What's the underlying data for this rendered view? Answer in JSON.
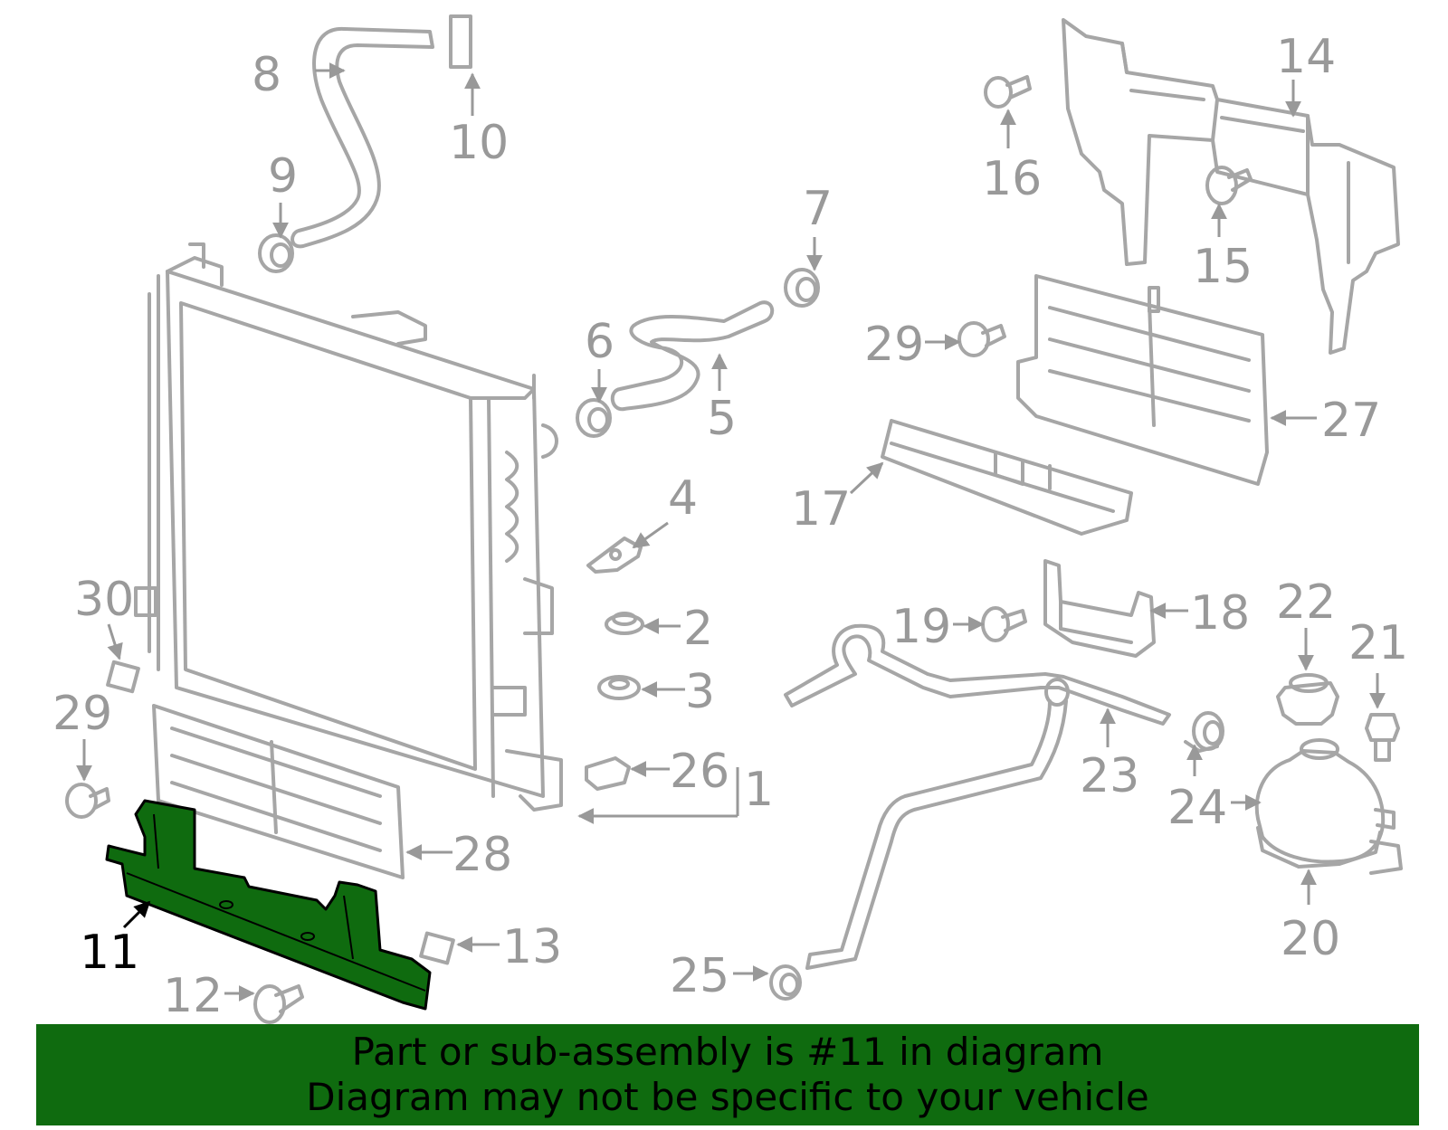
{
  "highlight_color": "#0f6b0f",
  "highlighted_part": "11",
  "callouts": {
    "c1": "1",
    "c2": "2",
    "c3": "3",
    "c4": "4",
    "c5": "5",
    "c6": "6",
    "c7": "7",
    "c8": "8",
    "c9": "9",
    "c10": "10",
    "c11": "11",
    "c12": "12",
    "c13": "13",
    "c14": "14",
    "c15": "15",
    "c16": "16",
    "c17": "17",
    "c18": "18",
    "c19": "19",
    "c20": "20",
    "c21": "21",
    "c22": "22",
    "c23": "23",
    "c24": "24",
    "c25": "25",
    "c26": "26",
    "c27": "27",
    "c28": "28",
    "c29a": "29",
    "c29b": "29",
    "c30": "30"
  },
  "banner": {
    "line1": "Part or sub-assembly is #11 in diagram",
    "line2": "Diagram may not be specific to your vehicle"
  }
}
